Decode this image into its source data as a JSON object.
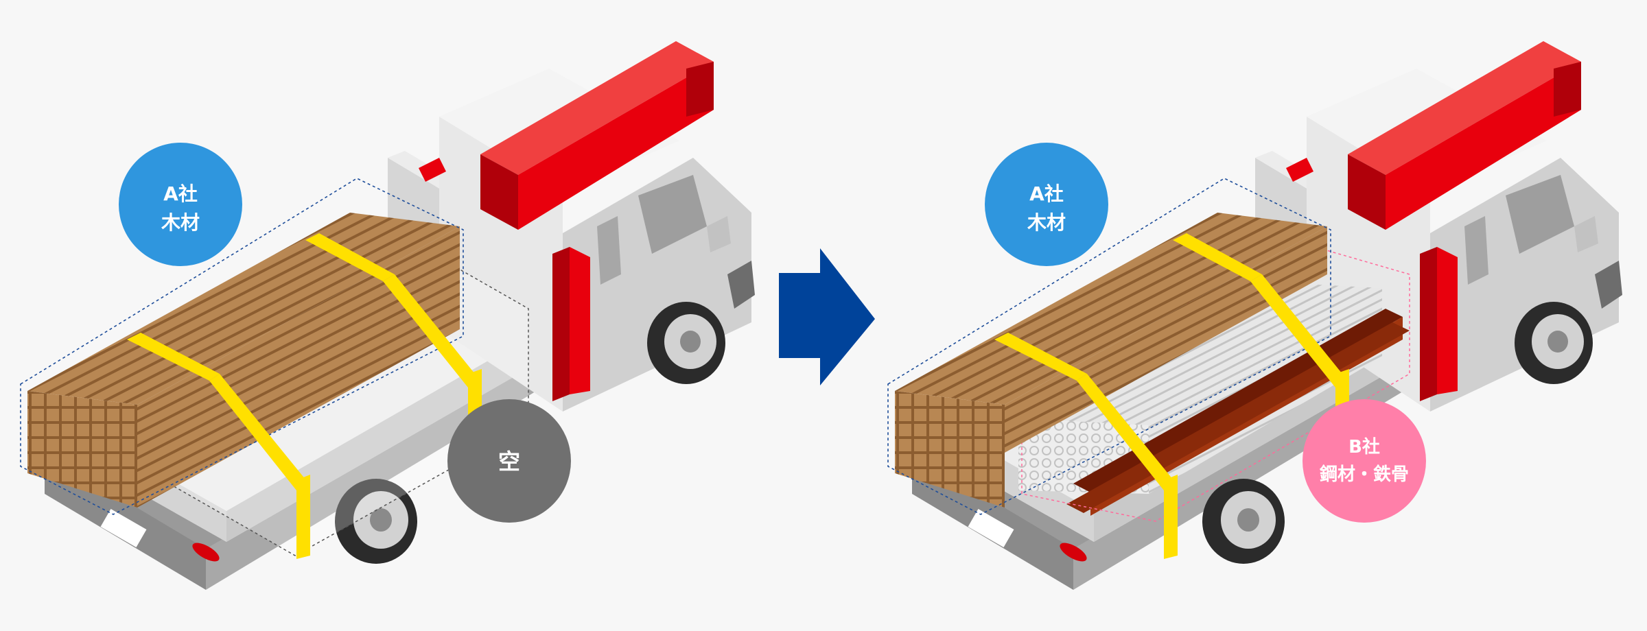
{
  "left_truck": {
    "badge_a": {
      "line1": "A社",
      "line2": "木材",
      "color": "#2f96de"
    },
    "badge_empty": {
      "label": "空",
      "color": "#707070"
    }
  },
  "arrow": {
    "color": "#00439a"
  },
  "right_truck": {
    "badge_a": {
      "line1": "A社",
      "line2": "木材",
      "color": "#2f96de"
    },
    "badge_b": {
      "line1": "B社",
      "line2": "鋼材・鉄骨",
      "color": "#ff7fa9"
    }
  },
  "colors": {
    "crane": "#e8000d",
    "crane_dark": "#b0000a",
    "strap": "#ffe000",
    "lumber": "#b88753",
    "lumber_dark": "#7e5229",
    "steel_beam": "#a2360f",
    "steel_beam_dark": "#6e1b05",
    "truck_body": "#e6e6e6",
    "truck_shade": "#bdbdbd"
  }
}
